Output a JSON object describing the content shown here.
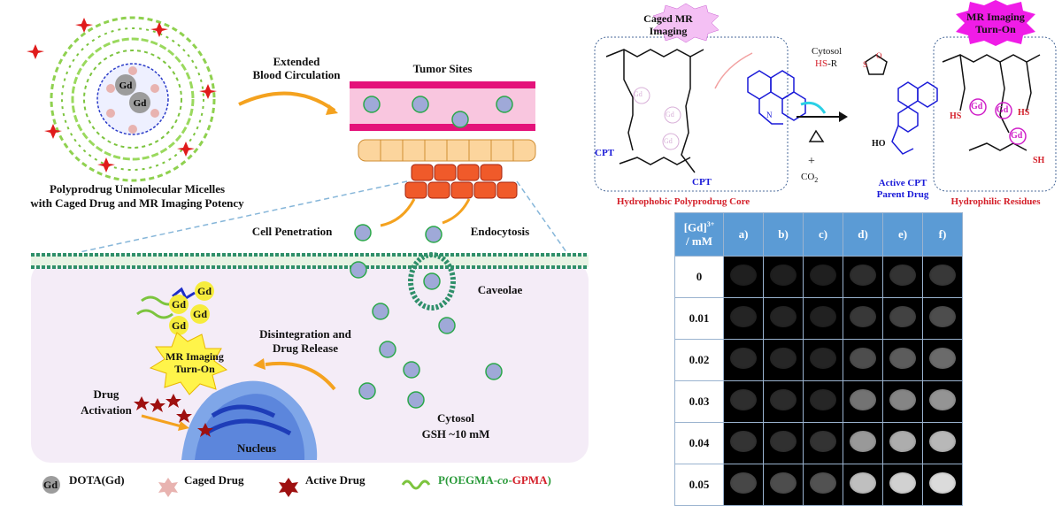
{
  "left": {
    "micelle_gd_1": "Gd",
    "micelle_gd_2": "Gd",
    "micelle_caption_line1": "Polyprodrug Unimolecular Micelles",
    "micelle_caption_line2": "with Caged Drug and MR Imaging Potency",
    "circulation_line1": "Extended",
    "circulation_line2": "Blood Circulation",
    "tumor_sites": "Tumor Sites",
    "cell_penetration": "Cell Penetration",
    "endocytosis": "Endocytosis",
    "caveolae": "Caveolae",
    "gd_labels": [
      "Gd",
      "Gd",
      "Gd",
      "Gd"
    ],
    "mr_turn_on_line1": "MR Imaging",
    "mr_turn_on_line2": "Turn-On",
    "disintegration_line1": "Disintegration and",
    "disintegration_line2": "Drug Release",
    "drug_activation_line1": "Drug",
    "drug_activation_line2": "Activation",
    "nucleus": "Nucleus",
    "cytosol": "Cytosol",
    "gsh": "GSH ~10 mM"
  },
  "legend": {
    "gd_symbol": "Gd",
    "dota": "DOTA(Gd)",
    "caged": "Caged Drug",
    "active": "Active Drug",
    "polymer_prefix": "P(OEGMA-",
    "polymer_co": "co",
    "polymer_dash": "-",
    "polymer_gpma": "GPMA",
    "polymer_suffix": ")"
  },
  "chem": {
    "caged_mr_line1": "Caged MR",
    "caged_mr_line2": "Imaging",
    "mr_on_line1": "MR Imaging",
    "mr_on_line2": "Turn-On",
    "cytosol": "Cytosol",
    "hs_r_hs": "HS",
    "hs_r_r": "-R",
    "cpt1": "CPT",
    "cpt2": "CPT",
    "gd_faint": [
      "Gd",
      "Gd",
      "Gd"
    ],
    "gd_right": [
      "Gd",
      "Gd",
      "Gd"
    ],
    "hs_labels": [
      "HS",
      "HS",
      "SH"
    ],
    "plus": "+",
    "co2": "CO",
    "co2_sub": "2",
    "ho": "HO",
    "s_label": "S",
    "o_label": "O",
    "n_label": "N",
    "active_cpt_line1": "Active CPT",
    "active_cpt_line2": "Parent Drug",
    "hydrophobic_core": "Hydrophobic Polyprodrug Core",
    "hydrophilic_residues": "Hydrophilic Residues"
  },
  "mri_table": {
    "header_line1": "[Gd]",
    "header_sup": "3+",
    "header_line2": "/ mM",
    "columns": [
      "a)",
      "b)",
      "c)",
      "d)",
      "e)",
      "f)"
    ],
    "rows": [
      {
        "conc": "0",
        "levels": [
          0.12,
          0.12,
          0.12,
          0.18,
          0.2,
          0.22
        ]
      },
      {
        "conc": "0.01",
        "levels": [
          0.14,
          0.14,
          0.13,
          0.22,
          0.26,
          0.3
        ]
      },
      {
        "conc": "0.02",
        "levels": [
          0.16,
          0.15,
          0.14,
          0.3,
          0.36,
          0.42
        ]
      },
      {
        "conc": "0.03",
        "levels": [
          0.18,
          0.17,
          0.15,
          0.45,
          0.52,
          0.58
        ]
      },
      {
        "conc": "0.04",
        "levels": [
          0.2,
          0.19,
          0.2,
          0.6,
          0.68,
          0.72
        ]
      },
      {
        "conc": "0.05",
        "levels": [
          0.28,
          0.3,
          0.32,
          0.75,
          0.82,
          0.86
        ]
      }
    ]
  }
}
